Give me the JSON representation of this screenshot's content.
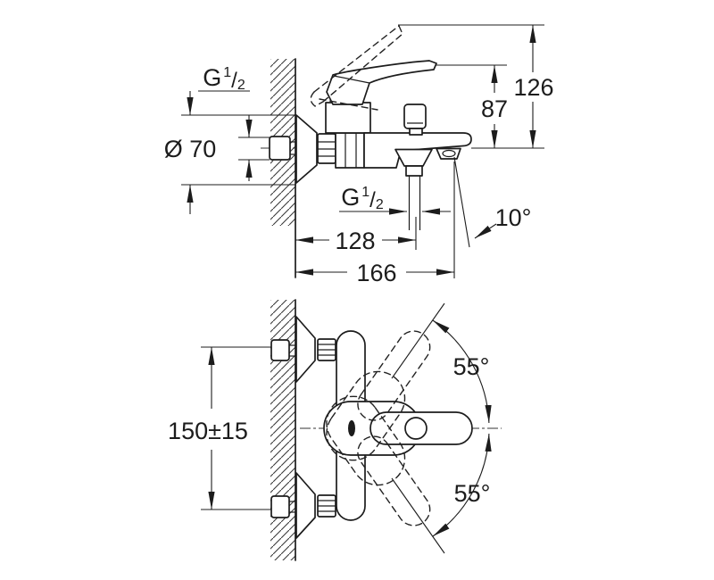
{
  "drawing": {
    "line_color": "#1c1c1c",
    "background_color": "#ffffff",
    "side_view": {
      "thread_top": {
        "g": "G",
        "sup": "1",
        "slash": "/",
        "sub": "2"
      },
      "escutcheon_diameter": "Ø 70",
      "height_total": "126",
      "height_lever": "87",
      "thread_bottom": {
        "g": "G",
        "sup": "1",
        "slash": "/",
        "sub": "2"
      },
      "spout_angle": "10°",
      "depth_to_outlet": "128",
      "depth_total": "166"
    },
    "front_view": {
      "inlet_spacing": "150±15",
      "handle_swing_up": "55°",
      "handle_swing_down": "55°"
    }
  }
}
